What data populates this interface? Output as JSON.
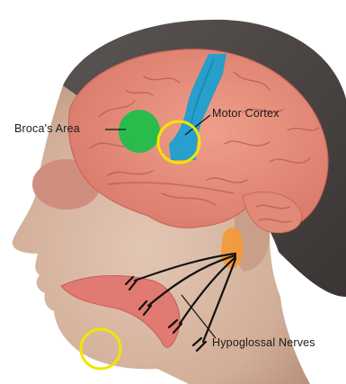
{
  "labels": {
    "brocas_area": "Broca's Area",
    "motor_cortex": "Motor Cortex",
    "hypoglossal_nerves": "Hypoglossal Nerves"
  },
  "colors": {
    "brocas_area": "#1fbf4a",
    "motor_cortex": "#1e9fd0",
    "brain": "#e7937f",
    "highlight_circle": "#f4e400",
    "tongue": "#e07a72",
    "hair": "#4b4644",
    "skin": "#d8b9a6"
  },
  "icons": {
    "hypoglossal_nucleus": "orange-nucleus-shape",
    "circle_markers": "yellow-ring"
  }
}
